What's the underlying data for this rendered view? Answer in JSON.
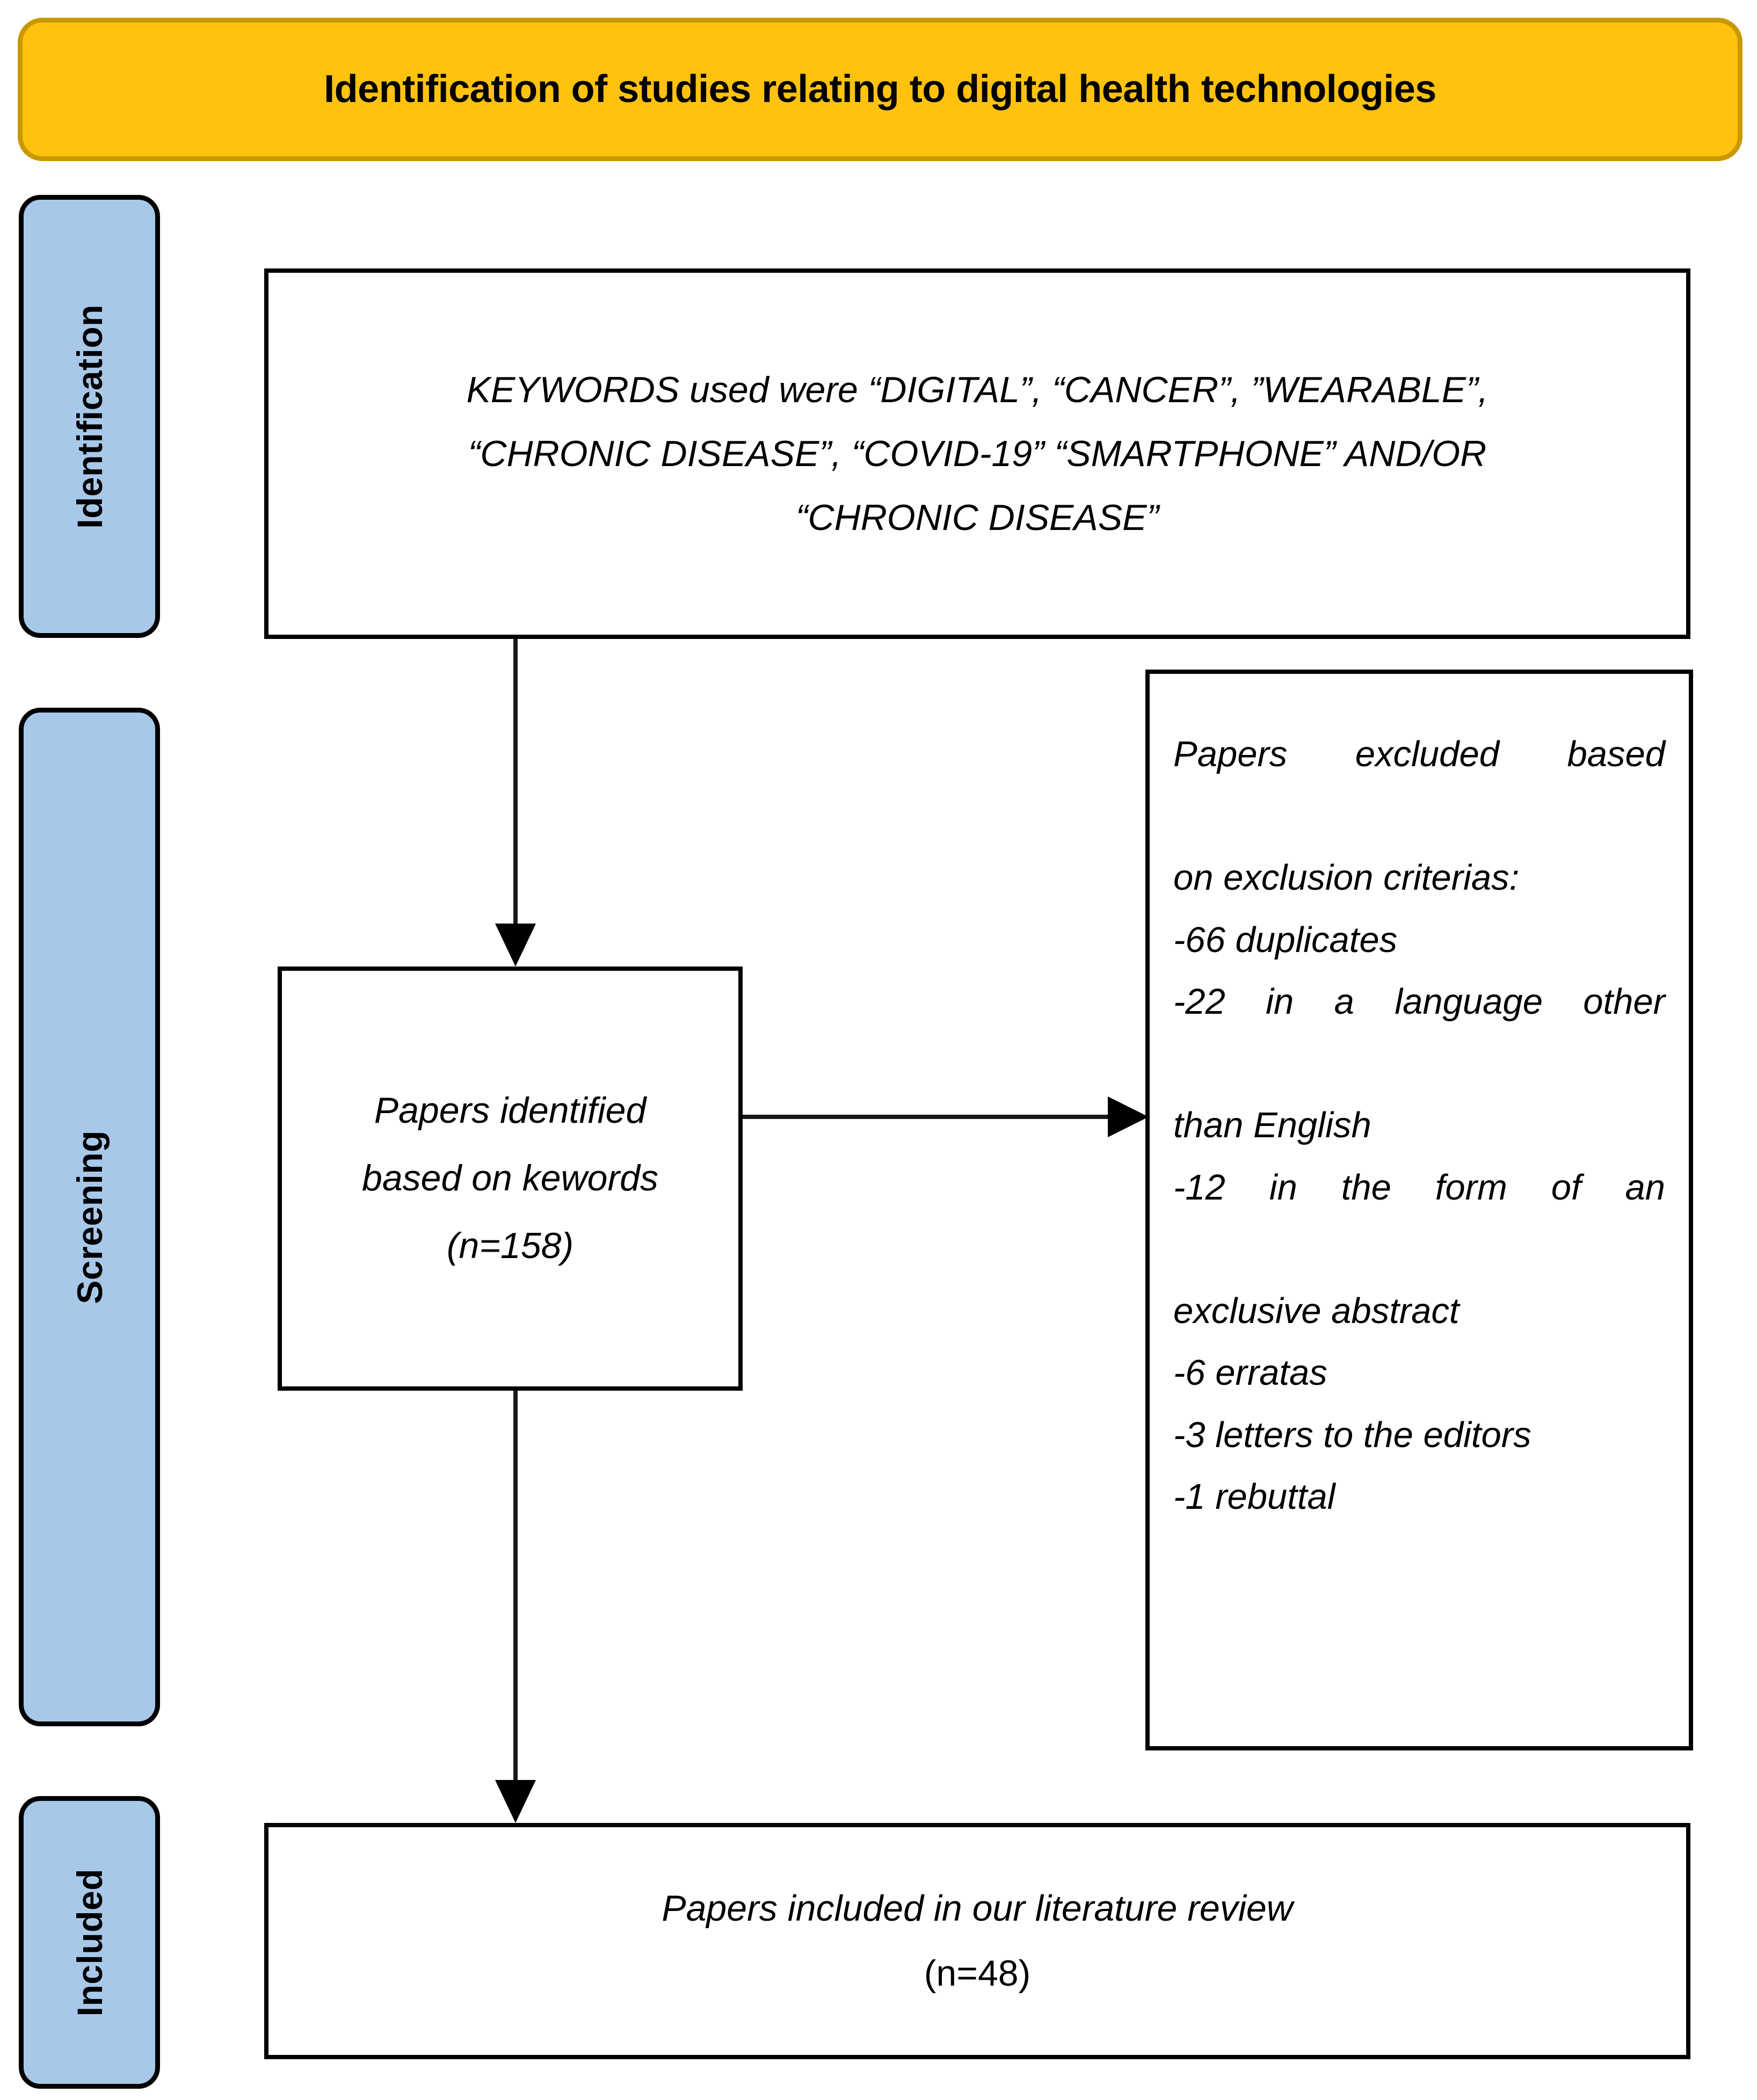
{
  "header": {
    "title": "Identification of studies relating to digital health technologies",
    "fill_color": "#FFC20E",
    "border_color": "#C99700"
  },
  "stages": [
    {
      "id": "identification",
      "label": "Identification",
      "fill_color": "#A8C8EA"
    },
    {
      "id": "screening",
      "label": "Screening",
      "fill_color": "#A8C8EA"
    },
    {
      "id": "included",
      "label": "Included",
      "fill_color": "#A8C8EA"
    }
  ],
  "boxes": {
    "keywords": {
      "lines": [
        "KEYWORDS used were “DIGITAL”, “CANCER”, ”WEARABLE”,",
        "“CHRONIC DISEASE”, “COVID-19” “SMARTPHONE” AND/OR",
        "“CHRONIC DISEASE”"
      ]
    },
    "identified": {
      "line1": "Papers identified",
      "line2": "based on kewords",
      "line3": "(n=158)",
      "count": 158
    },
    "excluded": {
      "heading_line1": "Papers excluded based",
      "heading_line2": "on exclusion criterias:",
      "items": [
        {
          "text": "-66 duplicates",
          "count": 66,
          "reason": "duplicates"
        },
        {
          "text": "-22 in a language other",
          "text_cont": "than English",
          "count": 22,
          "reason": "in a language other than English"
        },
        {
          "text": "-12 in the form of an",
          "text_cont": "exclusive abstract",
          "count": 12,
          "reason": "in the form of an exclusive abstract"
        },
        {
          "text": "-6 erratas",
          "count": 6,
          "reason": "erratas"
        },
        {
          "text": "-3 letters to the editors",
          "count": 3,
          "reason": "letters to the editors"
        },
        {
          "text": "-1 rebuttal",
          "count": 1,
          "reason": "rebuttal"
        }
      ]
    },
    "included": {
      "line1": "Papers included in our literature review",
      "line2": "(n=48)",
      "count": 48
    }
  },
  "arrows": [
    {
      "id": "keywords-to-identified",
      "direction": "down"
    },
    {
      "id": "identified-to-excluded",
      "direction": "right"
    },
    {
      "id": "identified-to-included",
      "direction": "down"
    }
  ]
}
